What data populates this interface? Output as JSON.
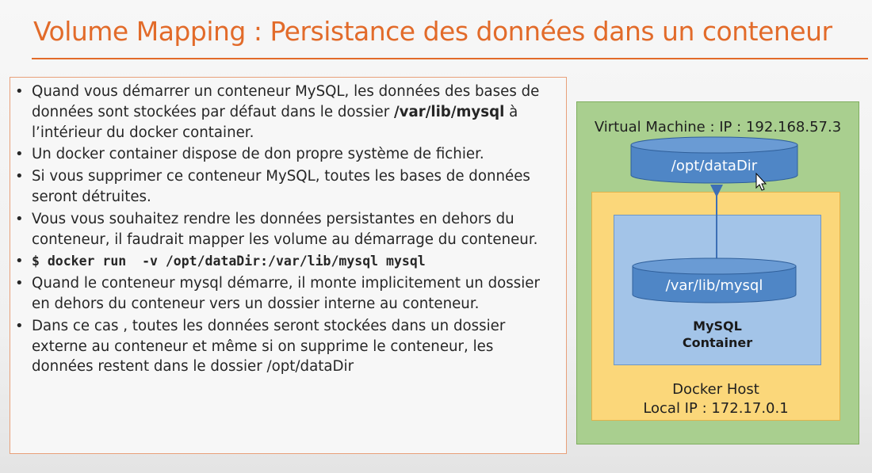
{
  "slide": {
    "title": "Volume Mapping : Persistance des données dans un conteneur"
  },
  "bullets": [
    {
      "pre": "Quand vous démarrer un conteneur MySQL, les données des bases de données sont stockées par défaut dans le dossier ",
      "bold": "/var/lib/mysql",
      "post": " à l’intérieur du docker container."
    },
    {
      "text": "Un docker container dispose de don propre système de fichier."
    },
    {
      "text": "Si vous supprimer ce conteneur MySQL, toutes les bases de données seront détruites."
    },
    {
      "text": "Vous vous souhaitez rendre les données persistantes en dehors du conteneur, il faudrait mapper les volume au démarrage du conteneur."
    },
    {
      "code": "$ docker run  -v /opt/dataDir:/var/lib/mysql mysql"
    },
    {
      "text": "Quand le conteneur mysql démarre, il monte implicitement un dossier en dehors du conteneur vers un dossier interne au conteneur."
    },
    {
      "text": "Dans ce cas , toutes les données seront stockées dans un dossier externe au conteneur et même  si on supprime le conteneur, les données restent dans le dossier /opt/dataDir"
    }
  ],
  "diagram": {
    "vm_label": "Virtual Machine : IP : 192.168.57.3",
    "host_volume": "/opt/dataDir",
    "container_volume": "/var/lib/mysql",
    "container_label_1": "MySQL",
    "container_label_2": "Container",
    "host_label_1": "Docker Host",
    "host_label_2": "Local IP : 172.17.0.1",
    "colors": {
      "vm": "#a9cf8f",
      "host": "#fbd77a",
      "container": "#a3c4e8",
      "cylinder": "#4f86c6",
      "arrow": "#3d6fb5"
    }
  },
  "cursor_icon": "arrow-cursor-icon"
}
